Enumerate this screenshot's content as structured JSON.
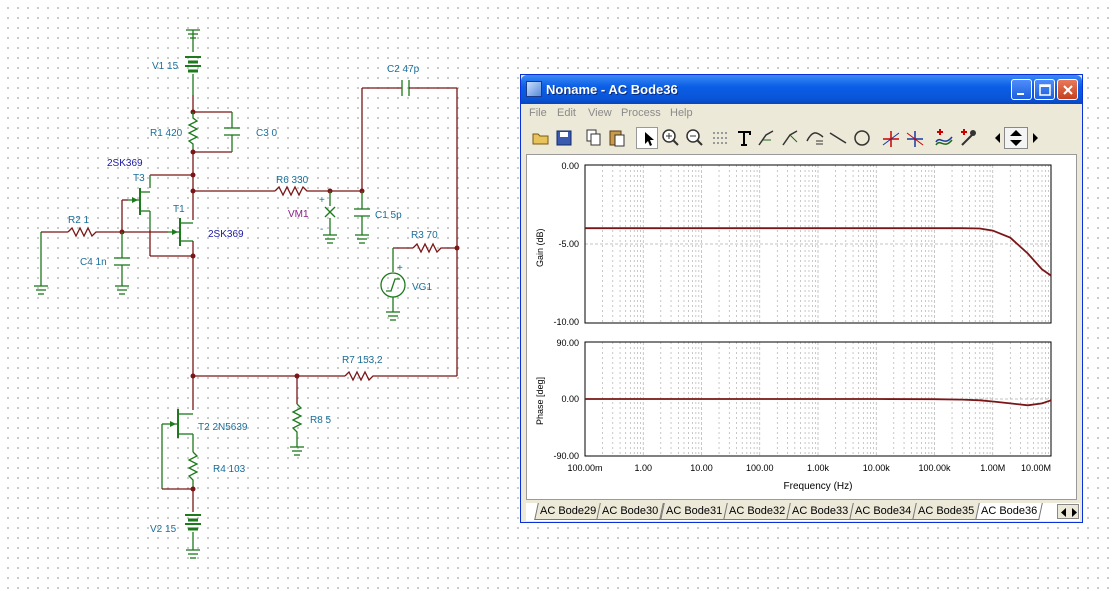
{
  "schematic": {
    "labels": {
      "v1": "V1 15",
      "r1": "R1 420",
      "c3": "C3 0",
      "t3_model": "2SK369",
      "t3": "T3",
      "t1": "T1",
      "t1_model": "2SK369",
      "r2": "R2 1",
      "c4": "C4 1n",
      "r6": "R6 330",
      "vm1": "VM1",
      "c1": "C1 5p",
      "c2": "C2 47p",
      "r3": "R3 70",
      "vg1": "VG1",
      "r7": "R7 153,2",
      "r8": "R8 5",
      "t2": "T2 2N5639",
      "r4": "R4 103",
      "v2": "V2 15",
      "plus": "+",
      "minus": "-"
    }
  },
  "window": {
    "title": "Noname - AC Bode36",
    "menu": [
      "File",
      "Edit",
      "View",
      "Process",
      "Help"
    ],
    "tool_icons": [
      "open-icon",
      "save-icon",
      "copy-icon",
      "paste-icon",
      "pointer-icon",
      "zoom-in-icon",
      "zoom-100-icon",
      "grid-icon",
      "text-icon",
      "cursor-a-icon",
      "cursor-b-icon",
      "line-tool-icon",
      "line-icon",
      "circle-icon",
      "marker-a-icon",
      "marker-b-icon",
      "add-curve-icon",
      "eyedropper-icon",
      "arrow-left-icon",
      "arrow-updown-icon",
      "arrow-right-icon"
    ],
    "tabs": [
      "AC Bode29",
      "AC Bode30",
      "AC Bode31",
      "AC Bode32",
      "AC Bode33",
      "AC Bode34",
      "AC Bode35",
      "AC Bode36"
    ],
    "active_tab": "AC Bode36"
  },
  "chart_data": [
    {
      "type": "line",
      "ylabel": "Gain (dB)",
      "yticks": [
        "0.00",
        "-5.00",
        "-10.00"
      ],
      "ylim": [
        -10,
        0
      ],
      "xscale": "log",
      "xlim": [
        0.1,
        10000000
      ],
      "grid": true,
      "series": [
        {
          "color": "#7a1616",
          "x": [
            0.1,
            1,
            10,
            100,
            1000,
            10000,
            100000,
            300000,
            600000,
            1000000,
            2000000,
            4000000,
            7000000,
            10000000
          ],
          "y": [
            -4.0,
            -4.0,
            -4.0,
            -4.0,
            -4.0,
            -4.0,
            -4.0,
            -4.0,
            -4.02,
            -4.15,
            -4.6,
            -5.6,
            -6.6,
            -7.0
          ]
        }
      ]
    },
    {
      "type": "line",
      "ylabel": "Phase [deg]",
      "yticks": [
        "90.00",
        "0.00",
        "-90.00"
      ],
      "ylim": [
        -90,
        90
      ],
      "xscale": "log",
      "xlim": [
        0.1,
        10000000
      ],
      "xlabel": "Frequency (Hz)",
      "xticks": [
        "100.00m",
        "1.00",
        "10.00",
        "100.00",
        "1.00k",
        "10.00k",
        "100.00k",
        "1.00M",
        "10.00M"
      ],
      "grid": true,
      "series": [
        {
          "color": "#7a1616",
          "x": [
            0.1,
            1,
            10,
            100,
            1000,
            10000,
            100000,
            300000,
            600000,
            1000000,
            2000000,
            4000000,
            7000000,
            10000000
          ],
          "y": [
            0,
            0,
            0,
            0,
            0,
            0,
            -0.3,
            -1,
            -2,
            -4,
            -7,
            -10,
            -7,
            -2
          ]
        }
      ]
    }
  ]
}
